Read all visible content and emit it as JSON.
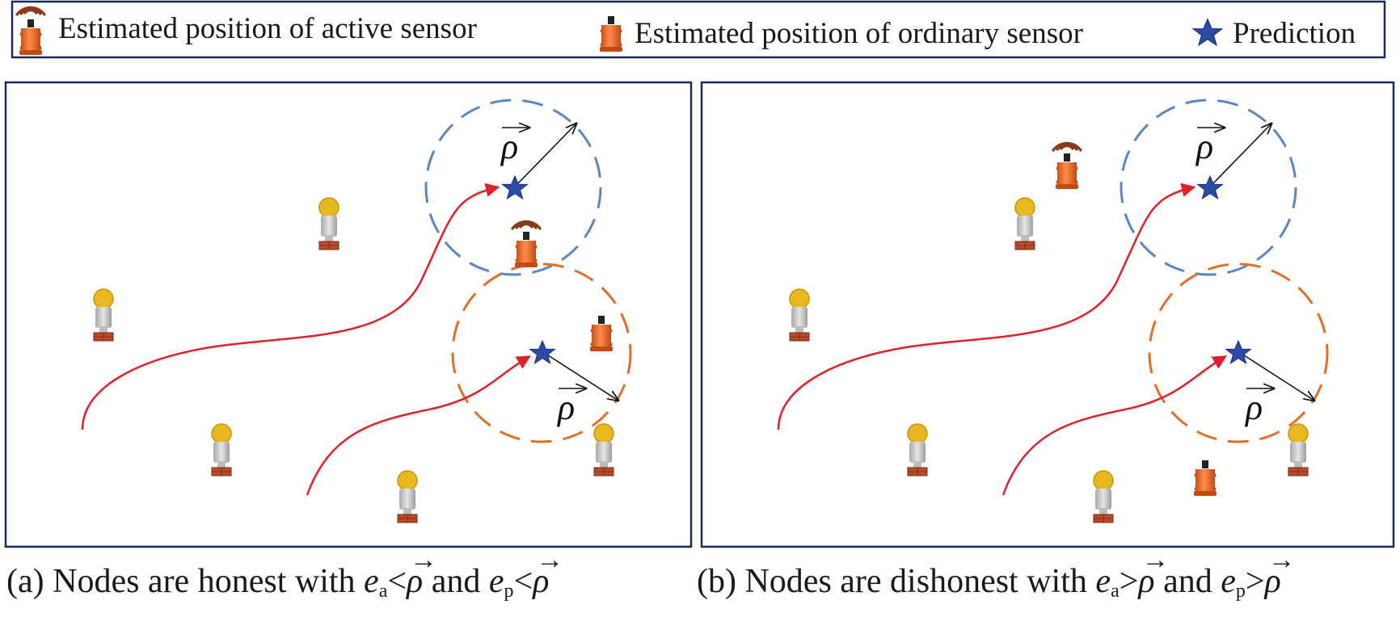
{
  "legend": {
    "active_label": "Estimated position of active sensor",
    "ordinary_label": "Estimated position of ordinary sensor",
    "prediction_label": "Prediction",
    "active_icon": "active-sensor-icon",
    "ordinary_icon": "ordinary-sensor-icon",
    "prediction_icon": "star-icon"
  },
  "colors": {
    "frame": "#1a2a5a",
    "trajectory": "#e0202a",
    "circle_blue": "#5b86c6",
    "circle_orange": "#e07028",
    "star": "#2b4ba6",
    "sensor_body": "#e8692a",
    "signal": "#8b3a1a",
    "anchor_head": "#e8b820",
    "anchor_body": "#c8c8c8",
    "anchor_base": "#b84a2a"
  },
  "panels": [
    {
      "name": "panel-a",
      "rho_upper": "ρ",
      "rho_lower": "ρ"
    },
    {
      "name": "panel-b",
      "rho_upper": "ρ",
      "rho_lower": "ρ"
    }
  ],
  "captions": {
    "a": {
      "prefix": "(a) Nodes are honest with ",
      "e": "e",
      "sub_a": "a",
      "sub_p": "p",
      "rel": "<",
      "rho": "ρ",
      "and": " and "
    },
    "b": {
      "prefix": "(b) Nodes are dishonest with ",
      "e": "e",
      "sub_a": "a",
      "sub_p": "p",
      "rel": ">",
      "rho": "ρ",
      "and": " and "
    }
  }
}
